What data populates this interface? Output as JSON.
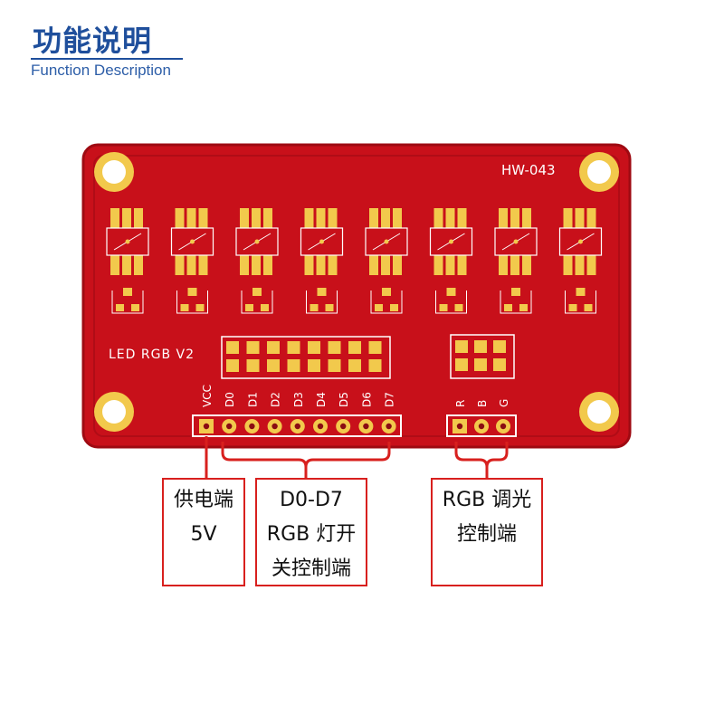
{
  "header": {
    "title": "功能说明",
    "subtitle": "Function Description"
  },
  "board": {
    "model": "HW-043",
    "name": "LED RGB V2",
    "pins_left": [
      "VCC",
      "D0",
      "D1",
      "D2",
      "D3",
      "D4",
      "D5",
      "D6",
      "D7"
    ],
    "pins_right": [
      "R",
      "B",
      "G"
    ],
    "colors": {
      "pcb": "#c8101a",
      "pcb_edge": "#9e0a12",
      "pad": "#f2c94c",
      "silk": "#ffffff",
      "callout": "#d8201e"
    }
  },
  "callouts": {
    "power": {
      "lines": [
        "供电端",
        "5V"
      ]
    },
    "data": {
      "lines": [
        "D0-D7",
        "RGB 灯开",
        "关控制端"
      ]
    },
    "rgb": {
      "lines": [
        "RGB 调光",
        "控制端"
      ]
    }
  }
}
